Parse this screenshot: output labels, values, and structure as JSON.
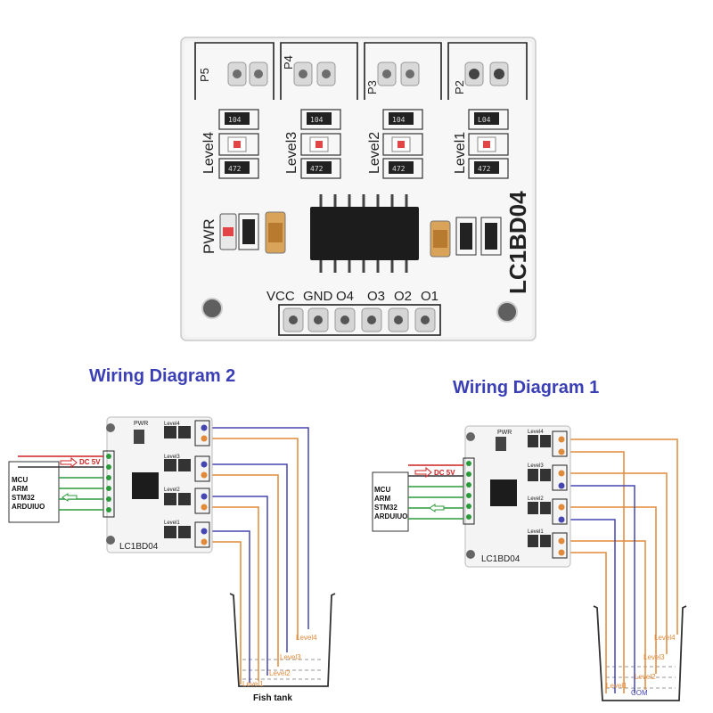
{
  "board": {
    "model": "LC1BD04",
    "pwr_label": "PWR",
    "headers": [
      "P5",
      "P4",
      "P3",
      "P2"
    ],
    "levels": [
      "Level4",
      "Level3",
      "Level2",
      "Level1"
    ],
    "pins": [
      "VCC",
      "GND",
      "O4",
      "O3",
      "O2",
      "O1"
    ],
    "resistor_top": "104",
    "resistor_bottom": "472",
    "resistor_top_right": "L04"
  },
  "colors": {
    "title": "#3b3fb5",
    "wire_blue": "#4646b0",
    "wire_orange": "#e08a3a",
    "wire_green": "#2a9a3a",
    "power_red": "#d02020",
    "board_white": "#f4f4f4",
    "ic_black": "#1c1c1c"
  },
  "diagram2": {
    "title": "Wiring Diagram 2",
    "mcu_lines": [
      "MCU",
      "ARM",
      "STM32",
      "ARDUIUO"
    ],
    "power_label": "DC 5V",
    "tank_label": "Fish tank",
    "level_labels": [
      "Level4",
      "Level3",
      "Level2",
      "Level1"
    ]
  },
  "diagram1": {
    "title": "Wiring Diagram 1",
    "mcu_lines": [
      "MCU",
      "ARM",
      "STM32",
      "ARDUIUO"
    ],
    "power_label": "DC 5V",
    "level_labels": [
      "Level4",
      "Level3",
      "Level2",
      "Level1"
    ],
    "com_label": "COM"
  }
}
